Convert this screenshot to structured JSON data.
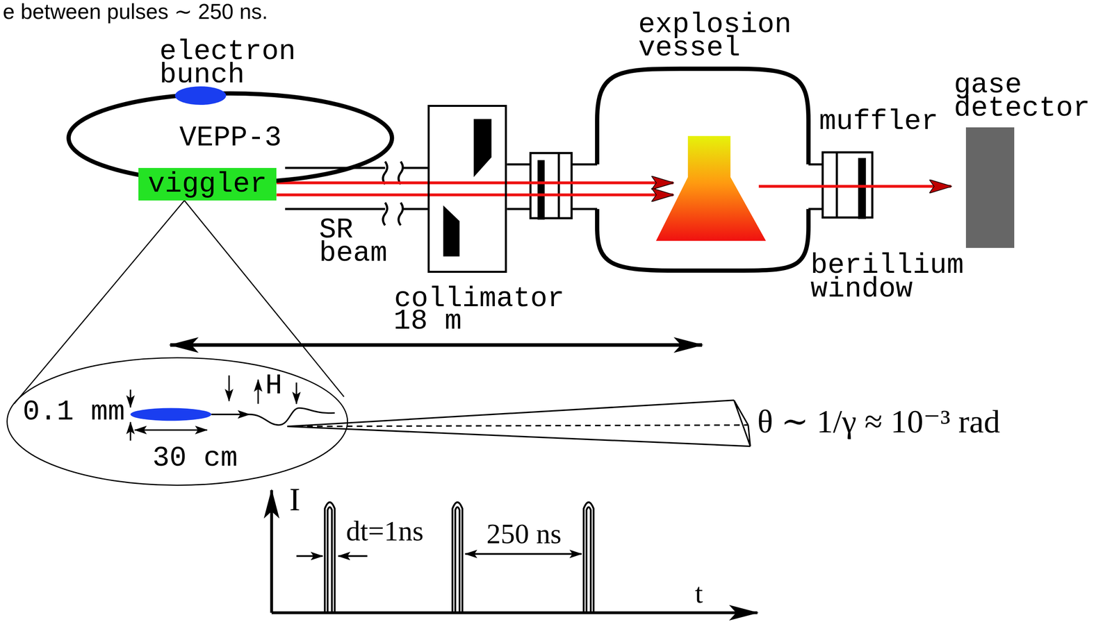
{
  "diagram": {
    "nodes": [
      {
        "text": [
          "VEPP-3"
        ]
      },
      {
        "text": [
          "electron bunch"
        ]
      },
      {
        "text": [
          "viggler"
        ]
      },
      {
        "text": [
          "collimator"
        ]
      },
      {
        "text": [
          "explosion vessel"
        ]
      },
      {
        "text": [
          "gase detector"
        ]
      }
    ],
    "edges": [
      {
        "from": 2,
        "to": 4,
        "arrow": "to"
      },
      {
        "from": 4,
        "to": 5,
        "arrow": "to"
      }
    ],
    "labels": [
      "e between pulses ∼ 250 ns.",
      "SR beam",
      "muffler",
      "berillium window",
      "18 m",
      "0.1 mm",
      "30 cm",
      "H",
      "θ ∼ 1/γ ≈ 10⁻³ rad",
      "I",
      "dt=1ns",
      "250 ns",
      "t"
    ]
  }
}
